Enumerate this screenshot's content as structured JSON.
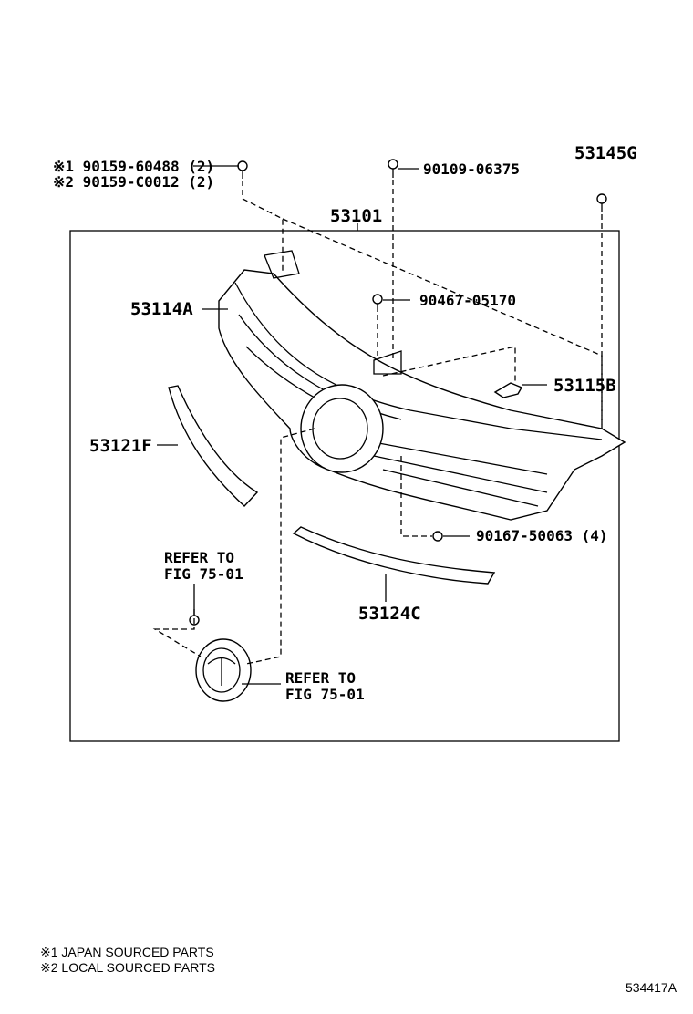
{
  "labels": {
    "screw_1": "※1 90159-60488 (2)",
    "screw_2": "※2 90159-C0012 (2)",
    "bolt_top": "90109-06375",
    "clip_right": "53145G",
    "grille_assy": "53101",
    "screw_mid": "90467-05170",
    "grille_frame": "53114A",
    "bracket": "53115B",
    "molding_left": "53121F",
    "clip_bottom": "90167-50063 (4)",
    "molding_bottom": "53124C",
    "refer1_line1": "REFER TO",
    "refer1_line2": "FIG 75-01",
    "refer2_line1": "REFER TO",
    "refer2_line2": "FIG 75-01"
  },
  "notes": [
    "※1 JAPAN SOURCED PARTS",
    "※2 LOCAL SOURCED PARTS"
  ],
  "figure_id": "534417A"
}
